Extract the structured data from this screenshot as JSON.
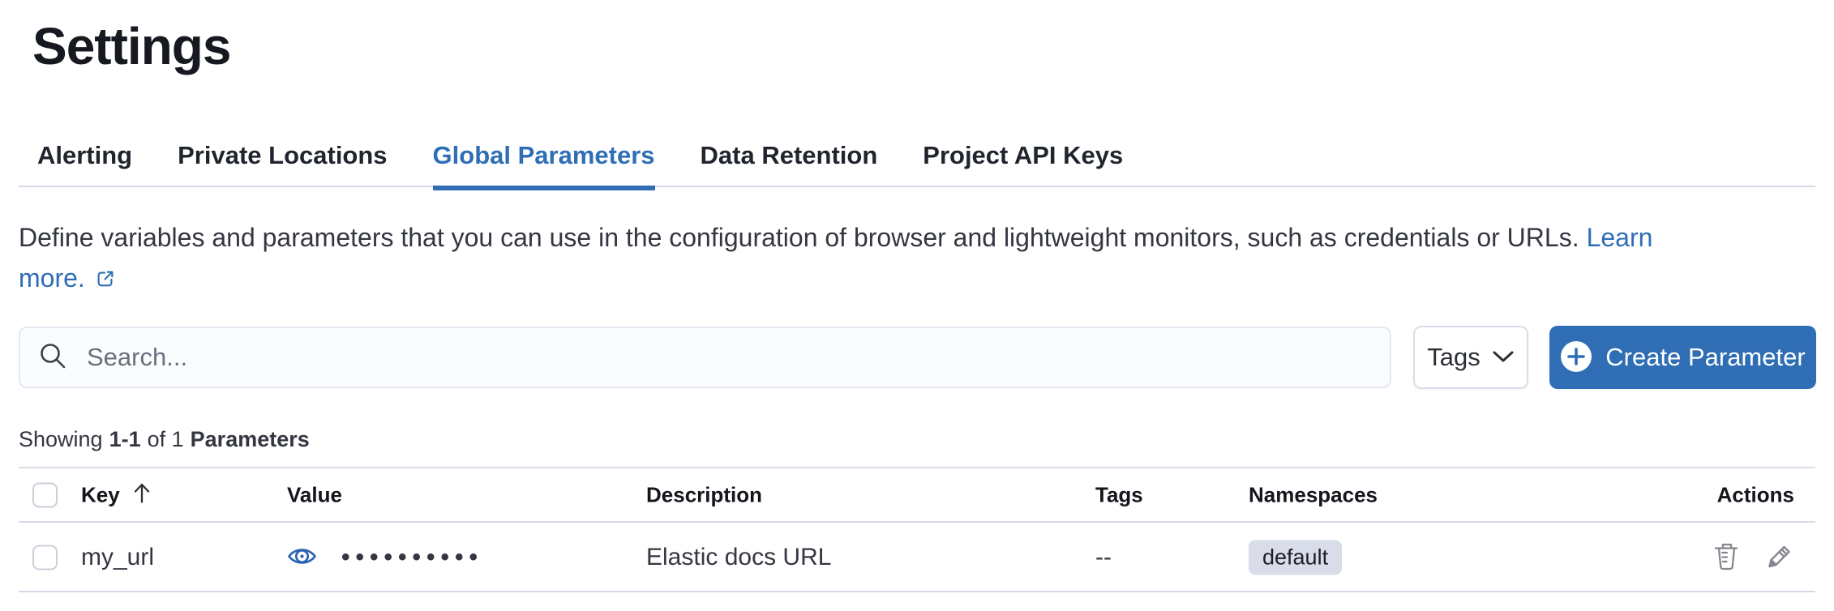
{
  "page": {
    "title": "Settings"
  },
  "tabs": [
    {
      "label": "Alerting",
      "active": false
    },
    {
      "label": "Private Locations",
      "active": false
    },
    {
      "label": "Global Parameters",
      "active": true
    },
    {
      "label": "Data Retention",
      "active": false
    },
    {
      "label": "Project API Keys",
      "active": false
    }
  ],
  "description": {
    "text": "Define variables and parameters that you can use in the configuration of browser and lightweight monitors, such as credentials or URLs.",
    "link_line1": "Learn",
    "link_line2": "more."
  },
  "toolbar": {
    "search_placeholder": "Search...",
    "search_value": "",
    "tags_label": "Tags",
    "create_label": "Create Parameter"
  },
  "summary": {
    "showing": "Showing",
    "range": "1-1",
    "of": "of 1",
    "entity": "Parameters"
  },
  "table": {
    "columns": {
      "key": "Key",
      "value": "Value",
      "description": "Description",
      "tags": "Tags",
      "namespaces": "Namespaces",
      "actions": "Actions"
    },
    "sort": {
      "column": "Key",
      "direction": "ascending"
    },
    "rows": [
      {
        "key": "my_url",
        "masked_value": "••••••••••",
        "description": "Elastic docs URL",
        "tags": "--",
        "namespace": "default",
        "actions": [
          "delete",
          "edit"
        ]
      }
    ]
  },
  "colors": {
    "primary": "#2f6eb5",
    "text": "#343741",
    "heading": "#16191f",
    "muted": "#69707d",
    "border": "#d3dae6",
    "badge_bg": "#d8dde9",
    "action_icon": "#84878e"
  }
}
